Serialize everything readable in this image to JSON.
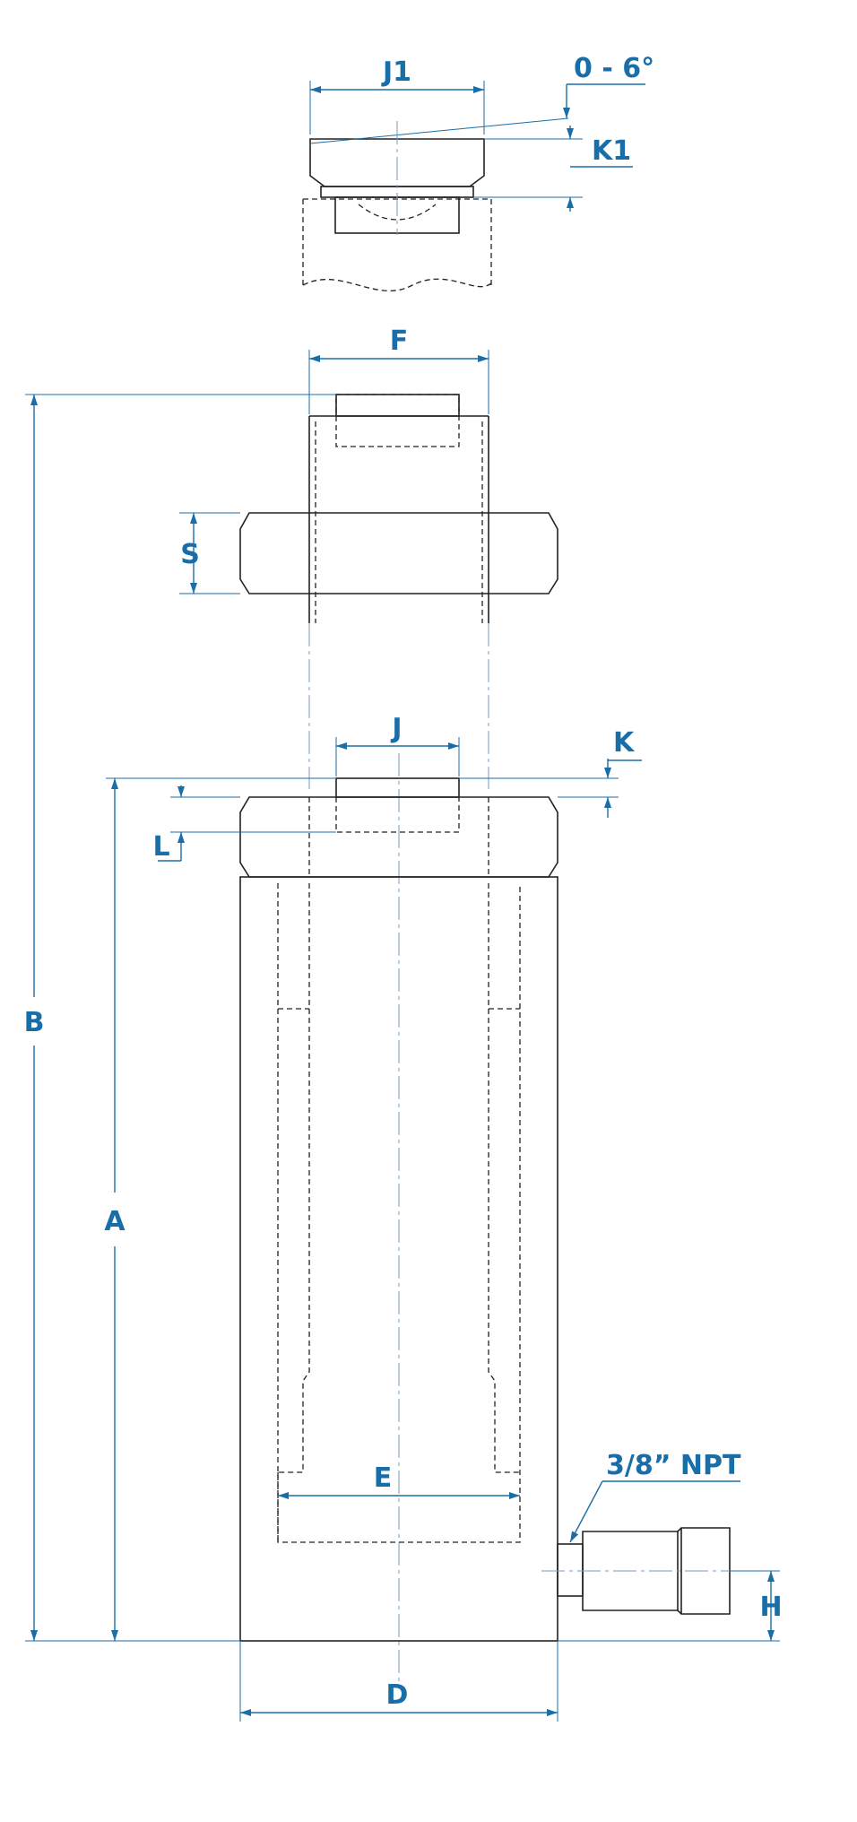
{
  "labels": {
    "J1": "J1",
    "tilt": "0 - 6°",
    "K1": "K1",
    "F": "F",
    "S": "S",
    "J": "J",
    "K": "K",
    "L": "L",
    "B": "B",
    "A": "A",
    "E": "E",
    "port": "3/8” NPT",
    "H": "H",
    "D": "D"
  },
  "colors": {
    "dimension": "#1a6ea8",
    "outline": "#222222",
    "centerline": "#7a9ab8"
  }
}
